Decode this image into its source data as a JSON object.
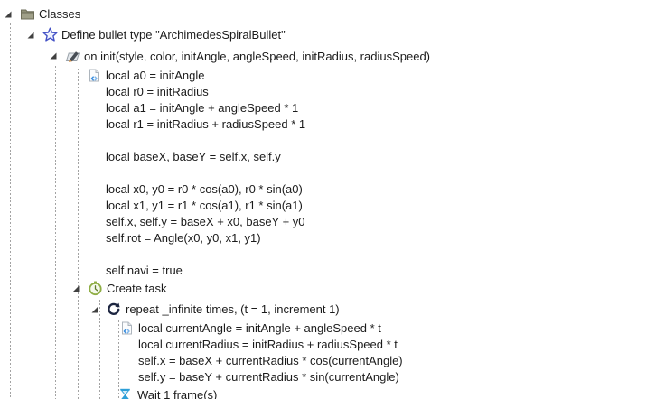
{
  "window": {
    "background": "#ffffff",
    "text_color": "#1b1b1b"
  },
  "colors": {
    "guide_dotted_gray": "#a3a3a3",
    "folder_olive": "#8f8f77",
    "star_blue_outline": "#4452c6",
    "script_arrow_blue": "#3b8ede",
    "clock_green": "#8fae45",
    "repeat_dark_navy": "#1c2540",
    "hourglass_blue": "#2d9fd8",
    "pencil_tip_orange": "#d78d3e"
  },
  "tree": {
    "classes": {
      "label": "Classes",
      "icon": "folder-icon",
      "expanded": true
    },
    "define_bullet": {
      "label": "Define bullet type \"ArchimedesSpiralBullet\"",
      "icon": "star-icon",
      "expanded": true
    },
    "on_init": {
      "label": "on init(style, color, initAngle, angleSpeed, initRadius, radiusSpeed)",
      "icon": "pencil-icon",
      "expanded": true,
      "script": [
        "local a0 = initAngle",
        "local r0 = initRadius",
        "local a1 = initAngle + angleSpeed * 1",
        "local r1 = initRadius + radiusSpeed * 1",
        "",
        "local baseX, baseY = self.x, self.y",
        "",
        "local x0, y0 = r0 * cos(a0), r0 * sin(a0)",
        "local x1, y1 = r1 * cos(a1), r1 * sin(a1)",
        "self.x, self.y = baseX + x0, baseY + y0",
        "self.rot = Angle(x0, y0, x1, y1)",
        "",
        "self.navi = true"
      ]
    },
    "create_task": {
      "label": "Create task",
      "icon": "clock-icon",
      "expanded": true
    },
    "repeat_loop": {
      "label": "repeat _infinite times, (t = 1, increment 1)",
      "icon": "repeat-icon",
      "expanded": true,
      "script": [
        "local currentAngle = initAngle + angleSpeed * t",
        "local currentRadius = initRadius + radiusSpeed * t",
        "self.x = baseX + currentRadius * cos(currentAngle)",
        "self.y = baseY + currentRadius * sin(currentAngle)"
      ]
    },
    "wait": {
      "label": "Wait 1 frame(s)",
      "icon": "hourglass-icon"
    }
  }
}
